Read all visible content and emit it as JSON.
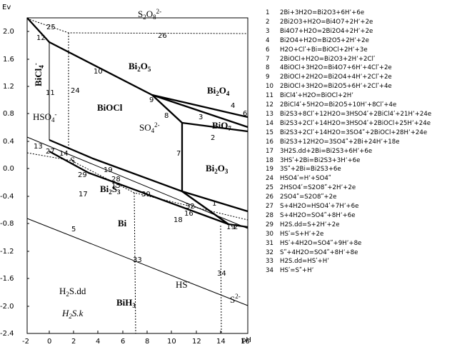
{
  "axes": {
    "ylabel": "Ev",
    "xlabel": "pH",
    "xlim": [
      -2,
      16
    ],
    "ylim": [
      -2.4,
      2.2
    ],
    "x_ticks": [
      "-2",
      "0",
      "2",
      "4",
      "6",
      "8",
      "10",
      "12",
      "14",
      "16"
    ],
    "y_ticks": [
      "2.0",
      "1.6",
      "1.2",
      "0.8",
      "0.4",
      "0.0",
      "-0.4",
      "-0.8",
      "-1.2",
      "-1.6",
      "-2.0",
      "-2.4"
    ]
  },
  "fields": {
    "s2o8": [
      "S",
      "2",
      "O",
      "8",
      "2-"
    ],
    "bicl4": [
      "BiCl",
      "4",
      "-"
    ],
    "bi2o5": [
      "Bi",
      "2",
      "O",
      "5"
    ],
    "bi2o4": [
      "Bi",
      "2",
      "O",
      "4"
    ],
    "bioc1": "BiOCl",
    "hso4": [
      "HSO",
      "4",
      "-"
    ],
    "so4": [
      "SO",
      "4",
      "2-"
    ],
    "bio7": [
      "Bi",
      "O",
      "7"
    ],
    "bi2o3": [
      "Bi",
      "2",
      "O",
      "3"
    ],
    "s": "S",
    "bi2s3": [
      "Bi",
      "2",
      "S",
      "3"
    ],
    "bi": "Bi",
    "h2s_dd": [
      "H",
      "2",
      "S.dd"
    ],
    "h2s_k": [
      "H",
      "2",
      "S.k"
    ],
    "bih3": [
      "BiH",
      "3"
    ],
    "hs": [
      "HS",
      "-"
    ],
    "s2": [
      "S",
      "2-"
    ]
  },
  "line_labels": [
    "25",
    "26",
    "12",
    "10",
    "11",
    "24",
    "9",
    "8",
    "3",
    "4",
    "6",
    "2",
    "13",
    "27",
    "14",
    "7",
    "29",
    "19",
    "28",
    "15",
    "17",
    "30",
    "1",
    "32",
    "16",
    "18",
    "19",
    "2",
    "5",
    "33",
    "34"
  ],
  "reactions": [
    {
      "n": "1",
      "eq": "2Bi+3H2O=Bi2O3+6Hʼ+6e"
    },
    {
      "n": "2",
      "eq": "2Bi2O3+H2O=Bi4O7+2Hʼ+2e"
    },
    {
      "n": "3",
      "eq": "Bi4O7+H2O=2Bi2O4+2Hʼ+2e"
    },
    {
      "n": "4",
      "eq": "Bi2O4+H2O=Bi2O5+2Hʼ+2e"
    },
    {
      "n": "6",
      "eq": "H2O+Clʹ+Bi=BiOCl+2Hʼ+3e"
    },
    {
      "n": "7",
      "eq": "2BiOCl+H2O=Bi2O3+2Hʼ+2Clʹ"
    },
    {
      "n": "8",
      "eq": "4BiOCl+3H2O=Bi4O7+6Hʼ+4Clʹ+2e"
    },
    {
      "n": "9",
      "eq": "2BiOCl+2H2O=Bi2O4+4Hʼ+2Clʹ+2e"
    },
    {
      "n": "10",
      "eq": "2BiOCl+3H2O=Bi2O5+6Hʼ+2Clʹ+4e"
    },
    {
      "n": "11",
      "eq": "BiCl4ʹ+H2O=BiOCl+2Hʼ"
    },
    {
      "n": "12",
      "eq": "2BiCl4ʹ+5H2O=Bi2O5+10Hʼ+8Clʹ+4e"
    },
    {
      "n": "13",
      "eq": "Bi2S3+8Clʹ+12H2O=3HSO4ʹ+2BiCl4ʹ+21Hʼ+24e"
    },
    {
      "n": "14",
      "eq": "Bi2S3+2Clʹ+14H2O=3HSO4ʹ+2BiOCl+25Hʼ+24e"
    },
    {
      "n": "15",
      "eq": "Bi2S3+2Clʹ+14H2O=3SO4ʺ+2BiOCl+28Hʼ+24e"
    },
    {
      "n": "16",
      "eq": "Bi2S3+12H2O=3SO4ʺ+2Bi+24Hʼ+18e"
    },
    {
      "n": "17",
      "eq": "3H2S.dd+2Bi=Bi2S3+6Hʼ+6e"
    },
    {
      "n": "18",
      "eq": "3HSʹ+2Bi=Bi2S3+3Hʼ+6e"
    },
    {
      "n": "19",
      "eq": "3Sʺ+2Bi=Bi2S3+6e"
    },
    {
      "n": "24",
      "eq": "HSO4ʹ=Hʼ+SO4ʺ"
    },
    {
      "n": "25",
      "eq": "2HSO4ʹ=S2O8ʺ+2Hʼ+2e"
    },
    {
      "n": "26",
      "eq": "2SO4ʺ=S2O8ʺ+2e"
    },
    {
      "n": "27",
      "eq": "S+4H2O=HSO4ʹ+7Hʼ+6e"
    },
    {
      "n": "28",
      "eq": "S+4H2O=SO4ʺ+8Hʼ+6e"
    },
    {
      "n": "29",
      "eq": "H2S.dd=S+2Hʼ+2e"
    },
    {
      "n": "30",
      "eq": "HSʹ=S+Hʼ+2e"
    },
    {
      "n": "31",
      "eq": "HSʹ+4H2O=SO4ʺ+9Hʼ+8e"
    },
    {
      "n": "32",
      "eq": "Sʺ+4H2O=SO4ʺ+8Hʼ+8e"
    },
    {
      "n": "33",
      "eq": "H2S.dd=HSʹ+Hʼ"
    },
    {
      "n": "34",
      "eq": "HSʹ=Sʺ+Hʼ"
    }
  ]
}
